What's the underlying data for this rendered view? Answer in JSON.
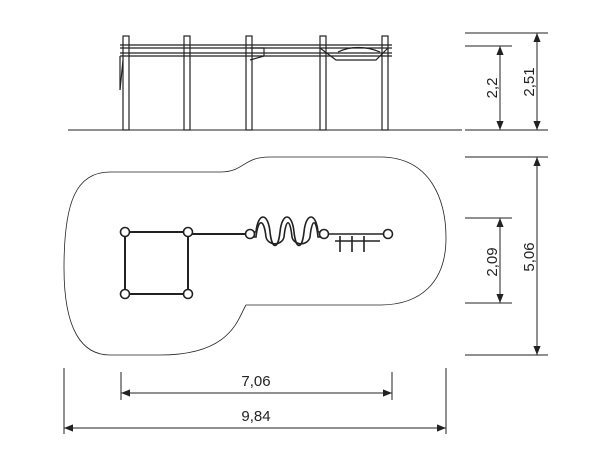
{
  "colors": {
    "line": "#222222",
    "background": "#ffffff"
  },
  "dimensions": {
    "height_bar": "2,2",
    "height_total": "2,51",
    "depth_inner": "2,09",
    "depth_total": "5,06",
    "length_inner": "7,06",
    "length_total": "9,84"
  }
}
